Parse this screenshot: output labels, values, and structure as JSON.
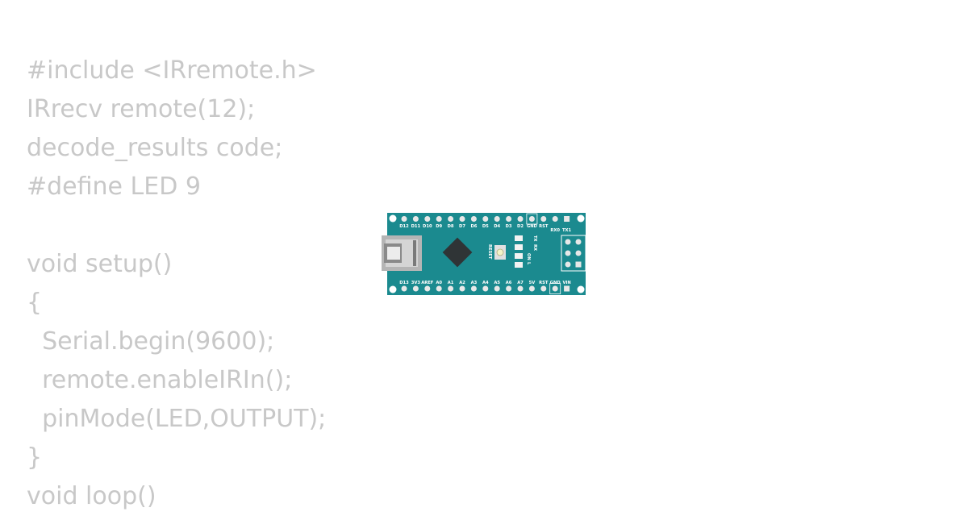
{
  "code": {
    "lines": [
      "#include <IRremote.h>",
      "IRrecv remote(12);",
      "decode_results code;",
      "#define LED 9",
      "",
      "void setup()",
      "{",
      "  Serial.begin(9600);",
      "  remote.enableIRIn();",
      "  pinMode(LED,OUTPUT);",
      "}",
      "void loop()"
    ]
  },
  "board": {
    "top_pin_labels": [
      "D12",
      "D11",
      "D10",
      "D9",
      "D8",
      "D7",
      "D6",
      "D5",
      "D4",
      "D3",
      "D2",
      "GND",
      "RST",
      "RX0",
      "TX1"
    ],
    "bottom_pin_labels": [
      "D13",
      "3V3",
      "AREF",
      "A0",
      "A1",
      "A2",
      "A3",
      "A4",
      "A5",
      "A6",
      "A7",
      "5V",
      "RST",
      "GND",
      "VIN"
    ],
    "reset_label": "RESET",
    "led_labels": [
      "TX",
      "RX",
      "ON",
      "L"
    ],
    "colors": {
      "pcb": "#1b8a8f",
      "usb": "#b5b5b5",
      "chip": "#2f3436"
    }
  }
}
